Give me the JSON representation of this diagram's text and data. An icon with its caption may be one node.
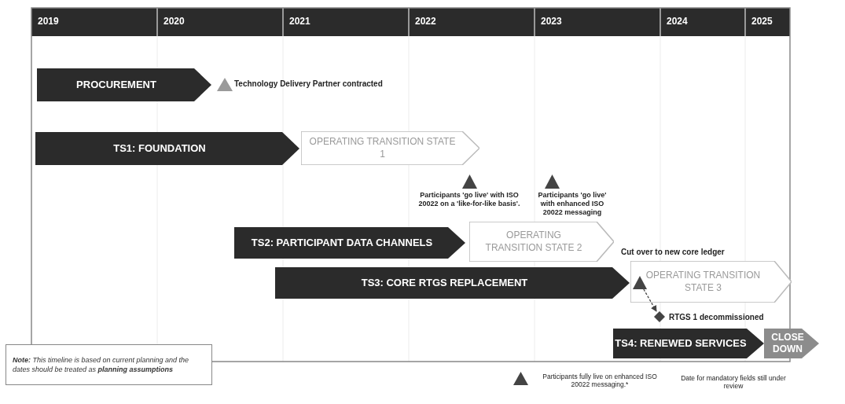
{
  "diagram": {
    "nodes": [
      {
        "text": [
          "PROCUREMENT"
        ]
      },
      {
        "text": [
          "TS1: FOUNDATION"
        ]
      },
      {
        "text": [
          "OPERATING TRANSITION STATE 1"
        ]
      },
      {
        "text": [
          "TS2: PARTICIPANT DATA CHANNELS"
        ]
      },
      {
        "text": [
          "OPERATING TRANSITION STATE 2"
        ]
      },
      {
        "text": [
          "TS3: CORE RTGS REPLACEMENT"
        ]
      },
      {
        "text": [
          "OPERATING TRANSITION STATE 3"
        ]
      },
      {
        "text": [
          "TS4: RENEWED SERVICES"
        ]
      },
      {
        "text": [
          "CLOSE DOWN"
        ]
      },
      {
        "text": [
          "**Note:** This timeline is based on current planning and the dates should be treated as **planning assumptions**"
        ]
      },
      {
        "text": [],
        "shape": "triangle",
        "beside": [
          "Technology Delivery Partner contracted"
        ]
      },
      {
        "text": [],
        "shape": "triangle",
        "beside": [
          "Participants 'go live' with ISO 20022 on a 'like-for-like basis'."
        ]
      },
      {
        "text": [],
        "shape": "triangle",
        "beside": [
          "Participants 'go live' with enhanced ISO 20022 messaging"
        ]
      },
      {
        "text": [],
        "shape": "triangle",
        "in": 6
      },
      {
        "text": [],
        "shape": "diamond",
        "beside": [
          "RTGS 1 decommissioned"
        ]
      }
    ],
    "edges": [
      {
        "from": 13,
        "to": 14,
        "arrow": "to",
        "style": "dashed"
      }
    ],
    "labels": [
      "2019",
      "2020",
      "2021",
      "2022",
      "2023",
      "2024",
      "2025",
      "Cut over to new core ledger",
      "Date for mandatory fields still under review"
    ],
    "legend": [
      {
        "text": "Participants fully live on enhanced ISO 20022 messaging.*"
      }
    ]
  }
}
